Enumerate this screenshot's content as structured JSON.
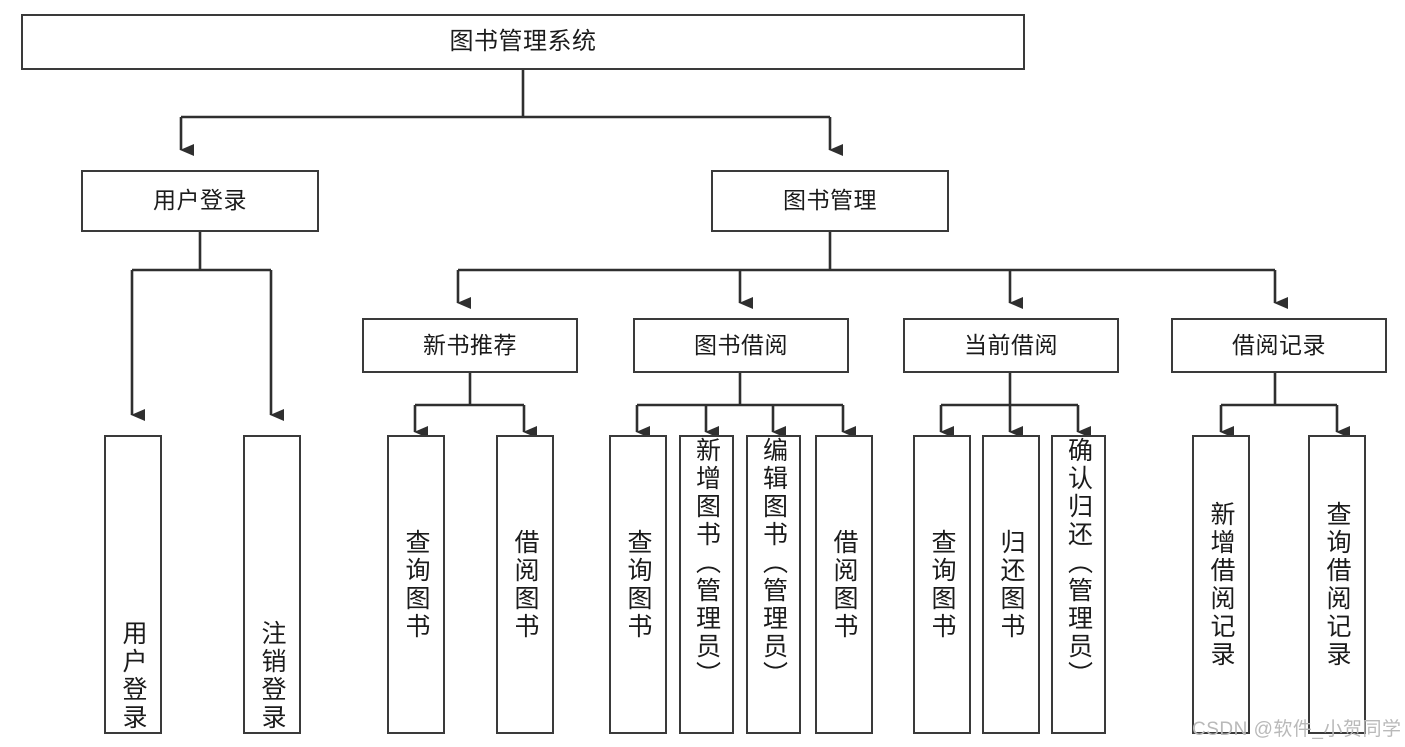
{
  "diagram": {
    "title": "图书管理系统",
    "type": "tree",
    "root": {
      "id": "root",
      "label": "图书管理系统"
    },
    "level2": [
      {
        "id": "user-login",
        "label": "用户登录"
      },
      {
        "id": "book-manage",
        "label": "图书管理"
      }
    ],
    "level3": [
      {
        "id": "new-book-rec",
        "label": "新书推荐",
        "parent": "book-manage"
      },
      {
        "id": "book-borrow",
        "label": "图书借阅",
        "parent": "book-manage"
      },
      {
        "id": "current-borrow",
        "label": "当前借阅",
        "parent": "book-manage"
      },
      {
        "id": "borrow-record",
        "label": "借阅记录",
        "parent": "book-manage"
      }
    ],
    "leaves": [
      {
        "id": "leaf-user-login",
        "label": "用户登录",
        "parent": "user-login"
      },
      {
        "id": "leaf-user-logout",
        "label": "注销登录",
        "parent": "user-login"
      },
      {
        "id": "leaf-query-book-1",
        "label": "查询图书",
        "parent": "new-book-rec"
      },
      {
        "id": "leaf-borrow-book-1",
        "label": "借阅图书",
        "parent": "new-book-rec"
      },
      {
        "id": "leaf-query-book-2",
        "label": "查询图书",
        "parent": "book-borrow"
      },
      {
        "id": "leaf-add-book",
        "label": "新增图书（管理员）",
        "parent": "book-borrow"
      },
      {
        "id": "leaf-edit-book",
        "label": "编辑图书（管理员）",
        "parent": "book-borrow"
      },
      {
        "id": "leaf-borrow-book-2",
        "label": "借阅图书",
        "parent": "book-borrow"
      },
      {
        "id": "leaf-query-book-3",
        "label": "查询图书",
        "parent": "current-borrow"
      },
      {
        "id": "leaf-return-book",
        "label": "归还图书",
        "parent": "current-borrow"
      },
      {
        "id": "leaf-confirm-return",
        "label": "确认归还（管理员）",
        "parent": "current-borrow"
      },
      {
        "id": "leaf-add-record",
        "label": "新增借阅记录",
        "parent": "borrow-record"
      },
      {
        "id": "leaf-query-record",
        "label": "查询借阅记录",
        "parent": "borrow-record"
      }
    ],
    "watermark": "CSDN @软件_小贺同学",
    "colors": {
      "box_border": "#3a3a3a",
      "box_fill": "#ffffff",
      "connector": "#2f2f2f",
      "text": "#1b1b1b",
      "watermark": "#b9b9b9",
      "background": "#ffffff"
    }
  }
}
